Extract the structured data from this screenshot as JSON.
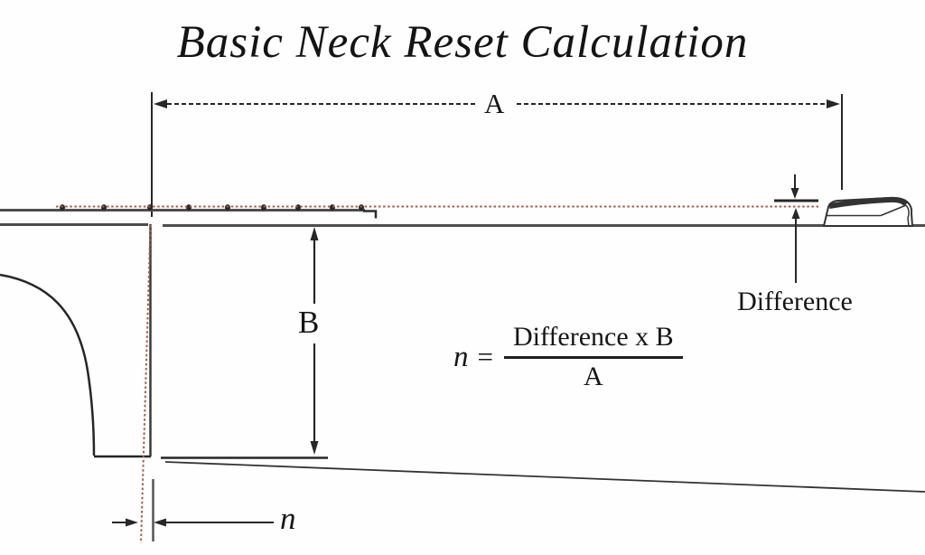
{
  "title": "Basic Neck Reset Calculation",
  "diagram": {
    "dim_a_label": "A",
    "dim_b_label": "B",
    "difference_label": "Difference",
    "n_label": "n"
  },
  "formula": {
    "lhs": "n",
    "equals": "=",
    "numerator": "Difference x B",
    "denominator": "A"
  },
  "colors": {
    "ink": "#272727",
    "structure_gray": "#4e4e4e",
    "projection_red": "#b05a40"
  }
}
